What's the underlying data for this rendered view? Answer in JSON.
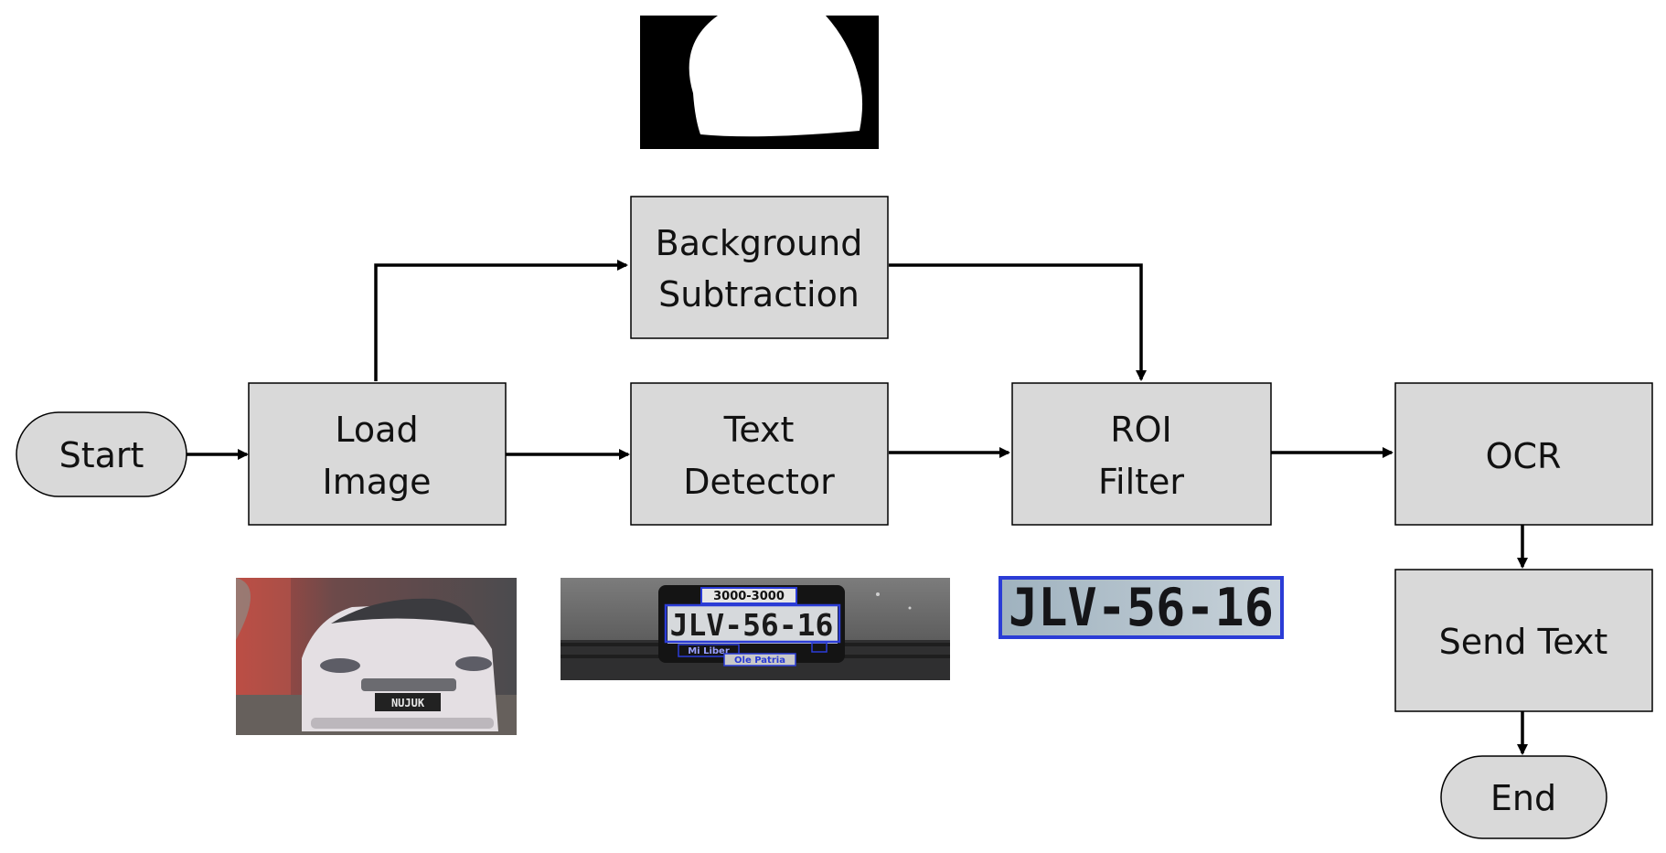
{
  "colors": {
    "box_fill": "#d9d9d9",
    "stroke": "#000000",
    "highlight_blue": "#2b3cd6",
    "text": "#111111"
  },
  "nodes": {
    "start": "Start",
    "load_image": [
      "Load",
      "Image"
    ],
    "background_subtraction": [
      "Background",
      "Subtraction"
    ],
    "text_detector": [
      "Text",
      "Detector"
    ],
    "roi_filter": [
      "ROI",
      "Filter"
    ],
    "ocr": "OCR",
    "send_text": "Send Text",
    "end": "End"
  },
  "thumbnails": {
    "mask": {
      "description_icon": "foreground-mask-image"
    },
    "car_photo": {
      "plate": "NUJUK"
    },
    "detected_plate": {
      "top_label": "3000-3000",
      "plate": "JLV-56-16",
      "bottom_left": "Mi Liber",
      "bottom_right": "Ole Patria"
    },
    "cropped_plate": {
      "plate": "JLV-56-16"
    }
  }
}
